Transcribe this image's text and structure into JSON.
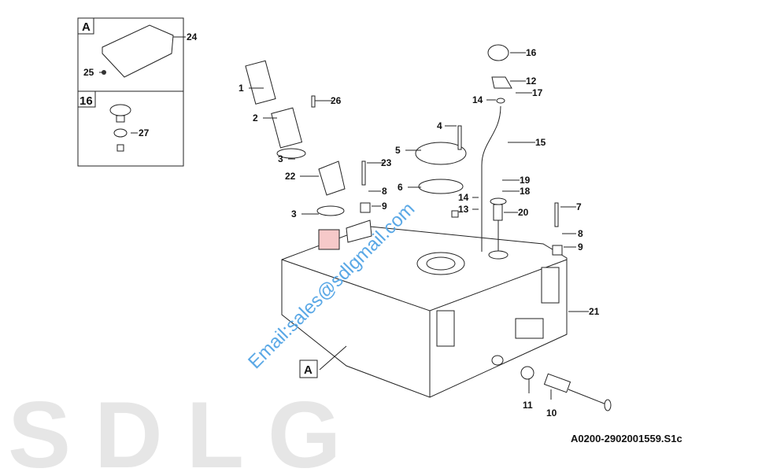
{
  "diagram": {
    "caption": "A0200-2902001559.S1c",
    "watermark_logo": "SDLG",
    "watermark_email": "Email:sales@sdlgmail.com",
    "detail_a_label": "A",
    "detail_16_label": "16",
    "view_a_marker": "A",
    "callouts": [
      "1",
      "2",
      "3",
      "22",
      "3",
      "26",
      "23",
      "8",
      "9",
      "4",
      "5",
      "6",
      "16",
      "12",
      "17",
      "14",
      "15",
      "19",
      "18",
      "14",
      "13",
      "20",
      "7",
      "8",
      "9",
      "21",
      "11",
      "10",
      "24",
      "25",
      "27"
    ]
  }
}
